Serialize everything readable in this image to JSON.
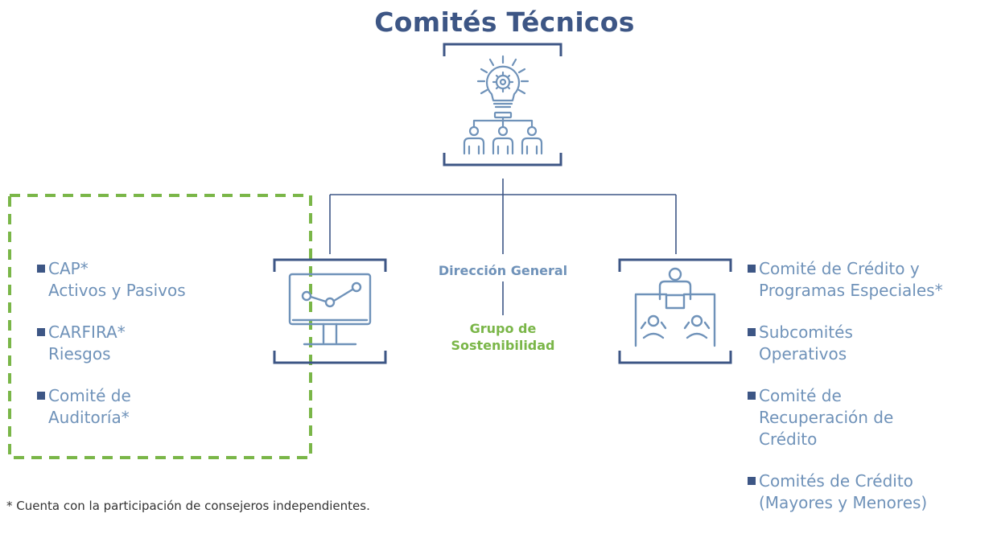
{
  "title": "Comités Técnicos",
  "colors": {
    "navy": "#3d5685",
    "steel": "#6f92b9",
    "green": "#7ab648"
  },
  "icons": {
    "top": "innovation-team-icon",
    "left": "analytics-monitor-icon",
    "right": "meeting-table-icon"
  },
  "left_list": [
    {
      "line1": "CAP*",
      "line2": "Activos y Pasivos"
    },
    {
      "line1": "CARFIRA*",
      "line2": "Riesgos"
    },
    {
      "line1": "Comité de",
      "line2": "Auditoría*"
    }
  ],
  "center": {
    "direccion": "Dirección General",
    "grupo_line1": "Grupo de",
    "grupo_line2": "Sostenibilidad"
  },
  "right_list": [
    {
      "lines": [
        "Comité de Crédito y",
        "Programas Especiales*"
      ]
    },
    {
      "lines": [
        "Subcomités",
        "Operativos"
      ]
    },
    {
      "lines": [
        "Comité de",
        "Recuperación de",
        "Crédito"
      ]
    },
    {
      "lines": [
        "Comités de Crédito",
        "(Mayores y Menores)"
      ]
    }
  ],
  "footnote": "* Cuenta con la participación de consejeros independientes."
}
